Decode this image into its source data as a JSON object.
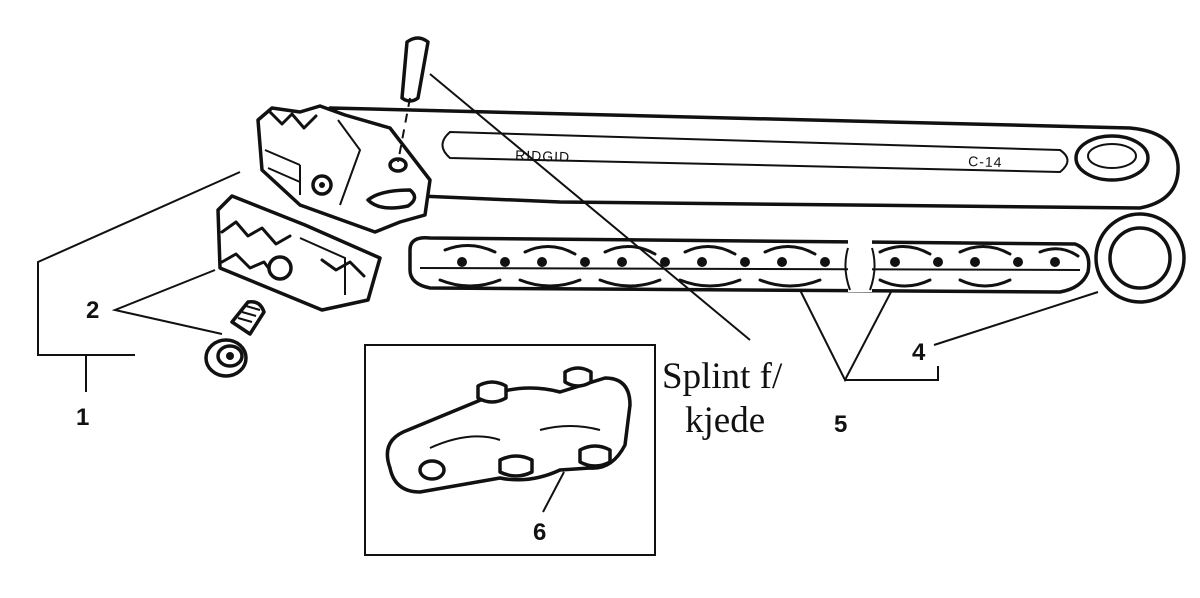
{
  "diagram": {
    "handle_marks": [
      "RIDGID",
      "C-14"
    ],
    "callouts": {
      "part1": "1",
      "part2": "2",
      "part4": "4",
      "part5": "5",
      "part6": "6"
    },
    "note_lines": [
      "Splint f/",
      "kjede"
    ]
  }
}
